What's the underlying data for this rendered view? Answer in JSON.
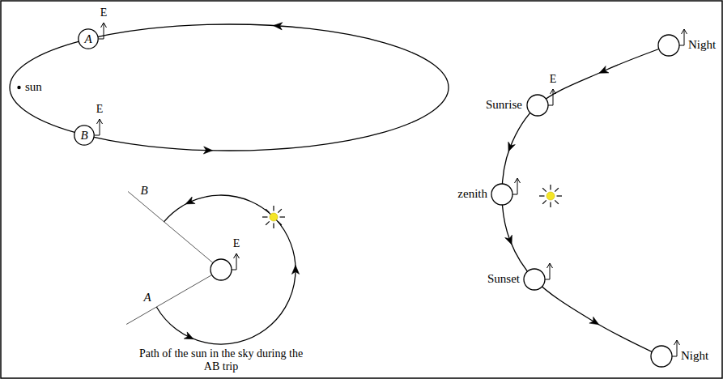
{
  "diagram": {
    "caption": "Path of the sun in the sky during the AB trip",
    "nodes": [
      {
        "text": [
          "A"
        ]
      },
      {
        "text": [
          "B"
        ]
      }
    ],
    "labels": [
      "E",
      "sun",
      "E",
      "Night",
      "E",
      "Sunrise",
      "zenith",
      "Sunset",
      "Night",
      "B",
      "E",
      "A"
    ]
  }
}
